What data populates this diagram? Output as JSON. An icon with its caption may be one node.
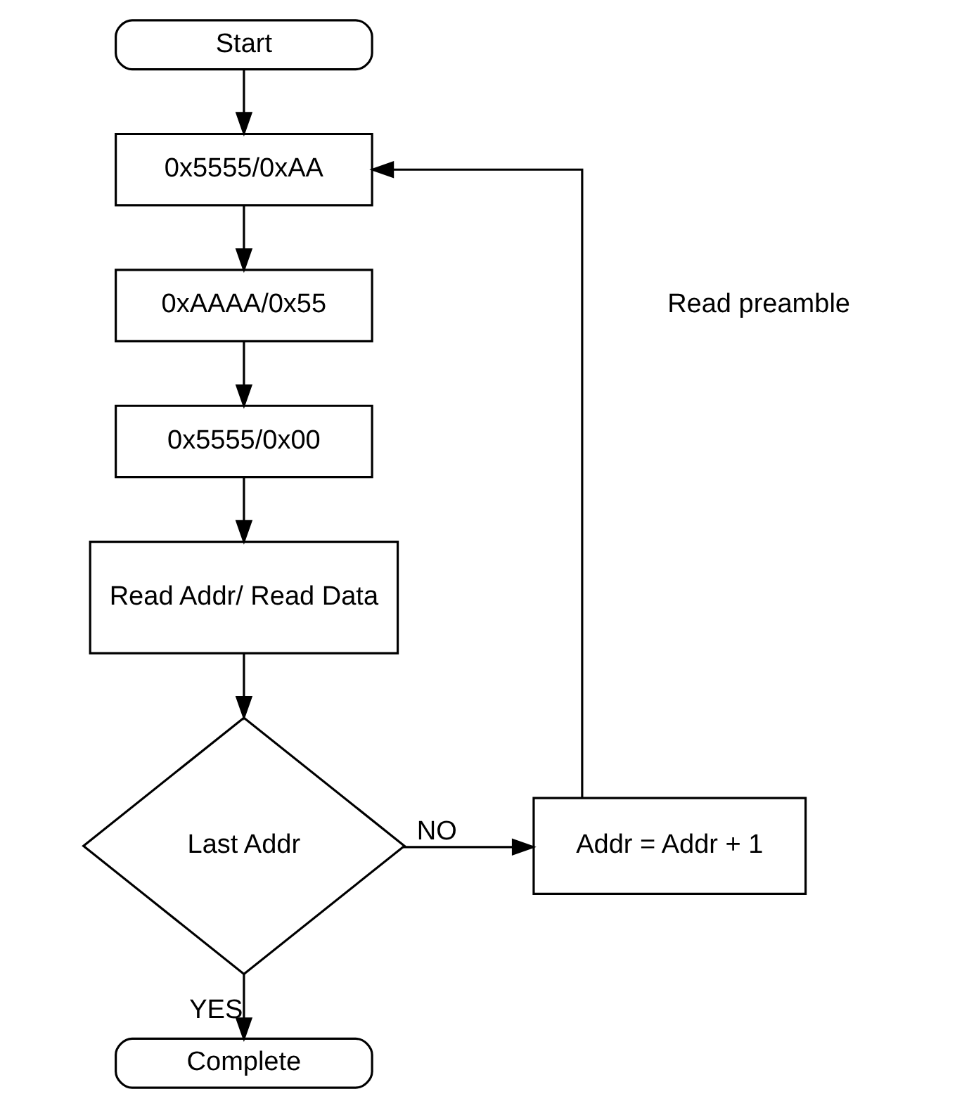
{
  "diagram": {
    "nodes": [
      {
        "text": [
          "Start"
        ]
      },
      {
        "text": [
          "0x5555/0xAA"
        ]
      },
      {
        "text": [
          "0xAAAA/0x55"
        ]
      },
      {
        "text": [
          "0x5555/0x00"
        ]
      },
      {
        "text": [
          "Read Addr/ Read Data"
        ]
      },
      {
        "text": [
          "Last Addr"
        ]
      },
      {
        "text": [
          "Addr = Addr + 1"
        ]
      },
      {
        "text": [
          "Complete"
        ]
      }
    ],
    "edges": [
      {
        "from": 0,
        "to": 1,
        "arrow": "to"
      },
      {
        "from": 1,
        "to": 2,
        "arrow": "to"
      },
      {
        "from": 2,
        "to": 3,
        "arrow": "to"
      },
      {
        "from": 3,
        "to": 4,
        "arrow": "to"
      },
      {
        "from": 4,
        "to": 5,
        "arrow": "to"
      },
      {
        "from": 5,
        "to": 6,
        "arrow": "to",
        "label": "NO"
      },
      {
        "from": 6,
        "to": 1,
        "arrow": "to"
      },
      {
        "from": 5,
        "to": 7,
        "arrow": "to",
        "label": "YES"
      }
    ],
    "labels": [
      "Read preamble"
    ]
  }
}
